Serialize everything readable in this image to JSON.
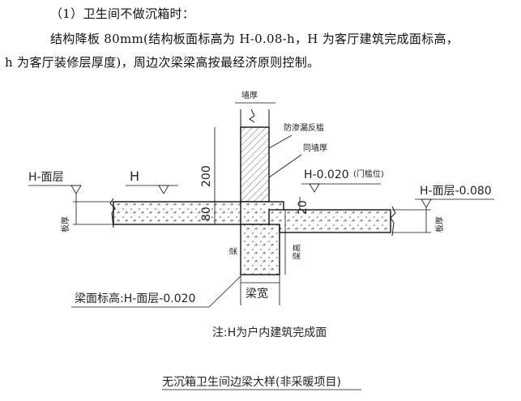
{
  "document": {
    "heading": "（1）卫生间不做沉箱时：",
    "paragraph_line1": "结构降板 80mm(结构板面标高为 H-0.08-h，H 为客厅建筑完成面标高，",
    "paragraph_line2": "h 为客厅装修层厚度)，周边次梁梁高按最经济原则控制。"
  },
  "drawing": {
    "wall_thickness": "墙厚",
    "anti_seepage_sill": "防渗漏反槛",
    "same_wall_thickness": "同墙厚",
    "left_level_label": "H-面层",
    "left_slab_thickness": "板厚",
    "h_mark": "H",
    "dim_200": "200",
    "dim_80": "80",
    "door_level": "H-0.020",
    "door_level_note": "(门槛位)",
    "dim_20": "20",
    "right_level_label": "H-面层-0.080",
    "right_slab_thickness": "板厚",
    "beam": "梁",
    "beam_height": "梁高",
    "beam_width": "梁宽",
    "beam_level": "梁面标高:H-面层-0.020",
    "note": "注:H为户内建筑完成面",
    "caption": "无沉箱卫生间边梁大样(非采暖项目)"
  }
}
